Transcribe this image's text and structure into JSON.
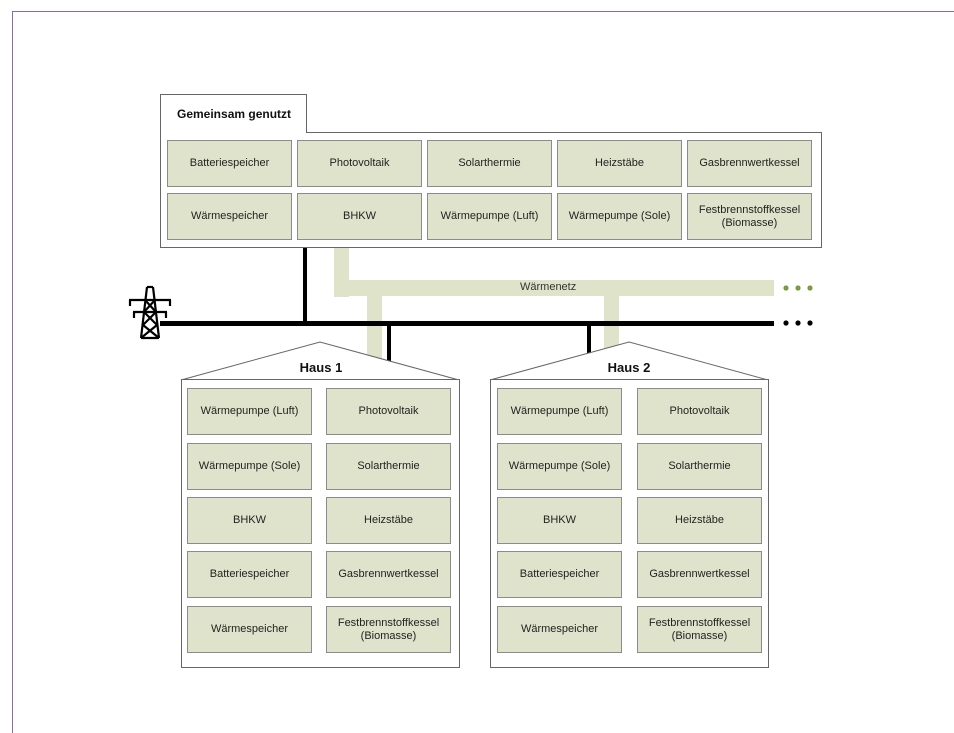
{
  "shared": {
    "title": "Gemeinsam genutzt",
    "row1": [
      "Batteriespeicher",
      "Photovoltaik",
      "Solarthermie",
      "Heizstäbe",
      "Gasbrennwertkessel"
    ],
    "row2": [
      "Wärmespeicher",
      "BHKW",
      "Wärmepumpe (Luft)",
      "Wärmepumpe (Sole)",
      "Festbrennstoffkessel\n(Biomasse)"
    ]
  },
  "network": {
    "heat_label": "Wärmenetz",
    "heat_color": "#dfe3c9",
    "power_color": "#000000",
    "dots_heat_color": "#7a9a40"
  },
  "houses": [
    {
      "title": "Haus 1",
      "left": [
        "Wärmepumpe (Luft)",
        "Wärmepumpe (Sole)",
        "BHKW",
        "Batteriespeicher",
        "Wärmespeicher"
      ],
      "right": [
        "Photovoltaik",
        "Solarthermie",
        "Heizstäbe",
        "Gasbrennwertkessel",
        "Festbrennstoffkessel\n(Biomasse)"
      ]
    },
    {
      "title": "Haus 2",
      "left": [
        "Wärmepumpe (Luft)",
        "Wärmepumpe (Sole)",
        "BHKW",
        "Batteriespeicher",
        "Wärmespeicher"
      ],
      "right": [
        "Photovoltaik",
        "Solarthermie",
        "Heizstäbe",
        "Gasbrennwertkessel",
        "Festbrennstoffkessel\n(Biomasse)"
      ]
    }
  ]
}
